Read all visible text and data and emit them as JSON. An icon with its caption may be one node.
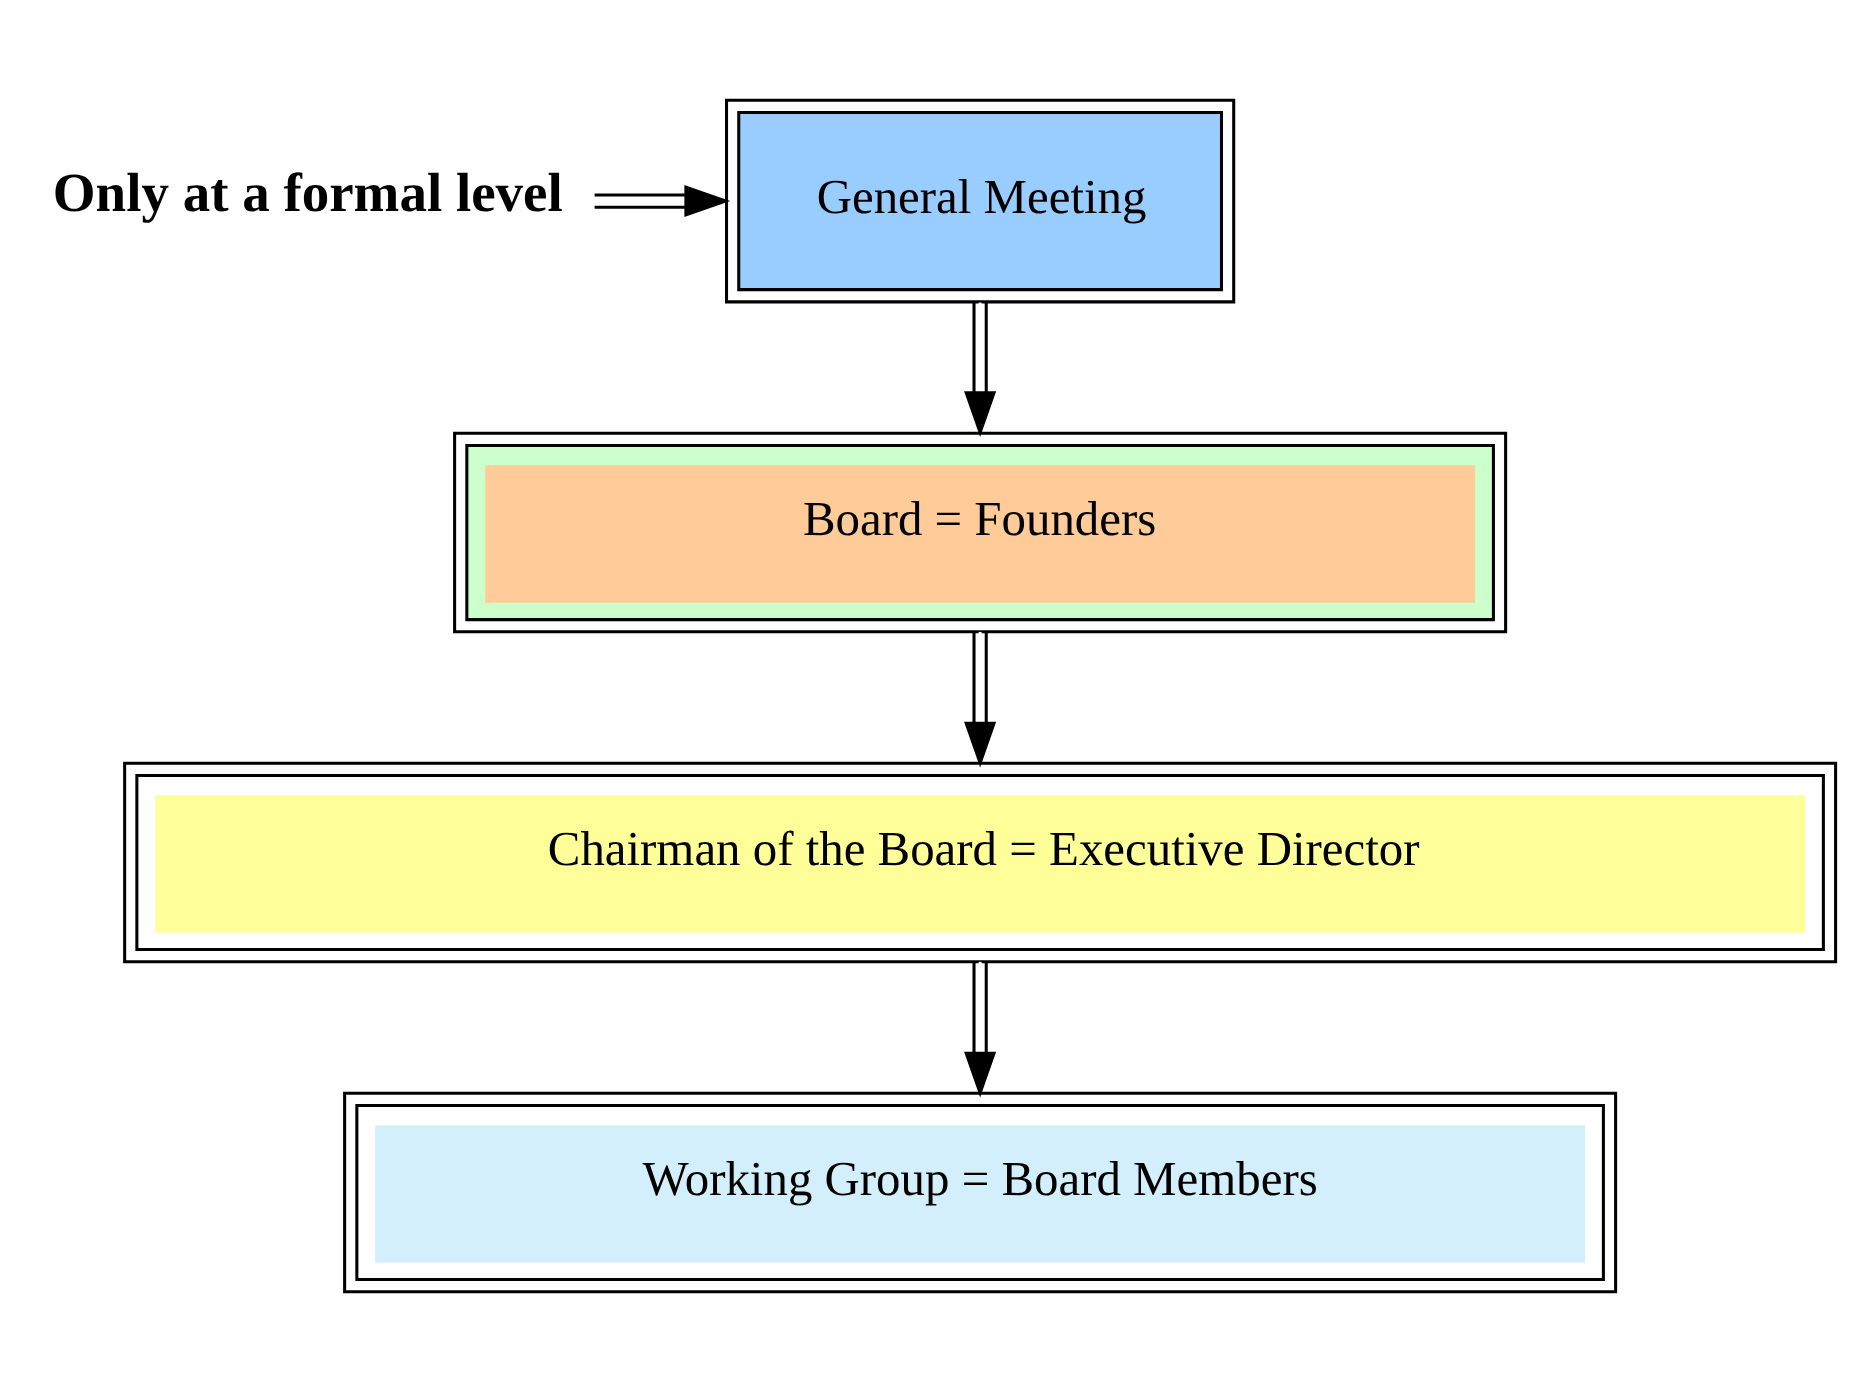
{
  "diagram": {
    "nodes": [
      {
        "text": [
          "General Meeting"
        ]
      },
      {
        "text": [
          "Board = Founders"
        ]
      },
      {
        "text": [
          "Chairman of the Board = Executive Director"
        ]
      },
      {
        "text": [
          "Working Group = Board Members"
        ]
      },
      {
        "text": [
          "Only at a formal level"
        ]
      }
    ],
    "edges": [
      {
        "from": 0,
        "to": 1,
        "arrow": "to"
      },
      {
        "from": 1,
        "to": 2,
        "arrow": "to"
      },
      {
        "from": 2,
        "to": 3,
        "arrow": "to"
      },
      {
        "from": 4,
        "to": 0,
        "arrow": "to"
      }
    ]
  }
}
